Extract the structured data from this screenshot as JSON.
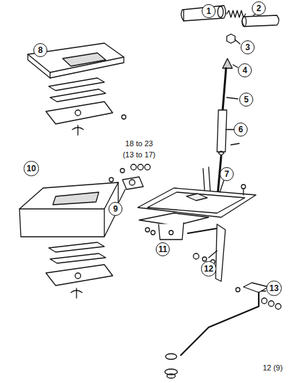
{
  "diagram": {
    "nodes": [
      {
        "text": [
          "1"
        ]
      },
      {
        "text": [
          "2"
        ]
      },
      {
        "text": [
          "3"
        ]
      },
      {
        "text": [
          "4"
        ]
      },
      {
        "text": [
          "5"
        ]
      },
      {
        "text": [
          "6"
        ]
      },
      {
        "text": [
          "7"
        ]
      },
      {
        "text": [
          "8"
        ]
      },
      {
        "text": [
          "9"
        ]
      },
      {
        "text": [
          "10"
        ]
      },
      {
        "text": [
          "11"
        ]
      },
      {
        "text": [
          "12"
        ]
      },
      {
        "text": [
          "13"
        ]
      }
    ],
    "labels": [
      "18 to 23",
      "(13 to 17)",
      "12 (9)"
    ]
  }
}
